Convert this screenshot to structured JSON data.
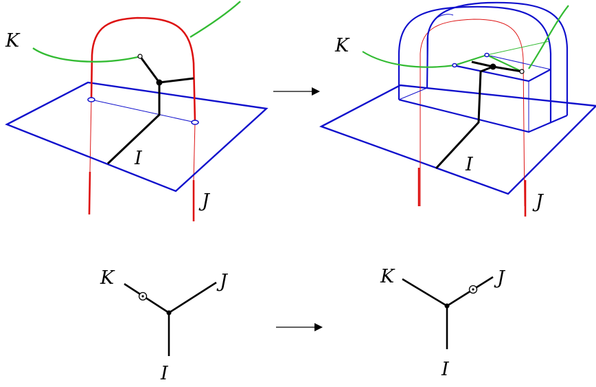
{
  "labels": {
    "K": "K",
    "I": "I",
    "J": "J"
  },
  "colors": {
    "plane": "#1010cc",
    "strand_J": "#dd1111",
    "strand_K": "#33bb33",
    "tree": "#000000",
    "arrow": "#000000"
  },
  "icons": [
    "arrow-right-icon",
    "clasper-circle-icon",
    "trivalent-vertex-icon"
  ]
}
